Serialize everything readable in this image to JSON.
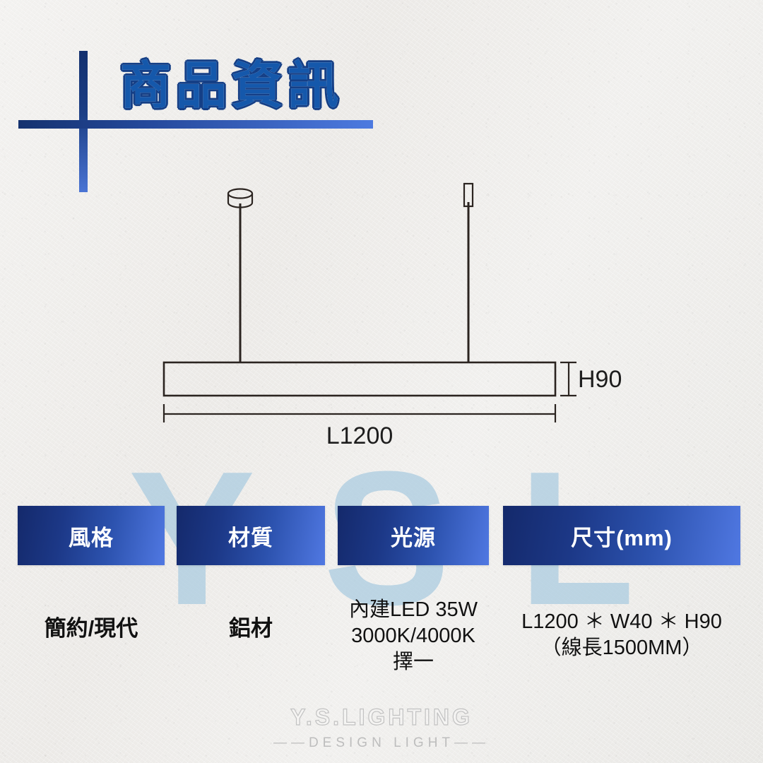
{
  "header": {
    "title": "商品資訊",
    "accent_dark": "#14296b",
    "accent_light": "#5078e2",
    "title_color": "#1558ab"
  },
  "watermark": {
    "text": "YSL",
    "color": "#a9cbe0"
  },
  "drawing": {
    "caption_length": "L1200",
    "caption_height": "H90",
    "line_color": "#2b2420",
    "left_mount_icon": "ceiling-canopy-cylinder-icon",
    "right_mount_icon": "ceiling-cable-cap-icon"
  },
  "spec": {
    "columns": [
      {
        "header": "風格",
        "lines": [
          "簡約/現代"
        ]
      },
      {
        "header": "材質",
        "lines": [
          "鋁材"
        ]
      },
      {
        "header": "光源",
        "lines": [
          "內建LED 35W",
          "3000K/4000K",
          "擇一"
        ]
      },
      {
        "header": "尺寸(mm)",
        "lines": [
          "L1200 ＊ W40 ＊ H90",
          "（線長1500MM）"
        ]
      }
    ]
  },
  "footer": {
    "brand": "Y.S.LIGHTING",
    "tagline": "——DESIGN LIGHT——"
  }
}
